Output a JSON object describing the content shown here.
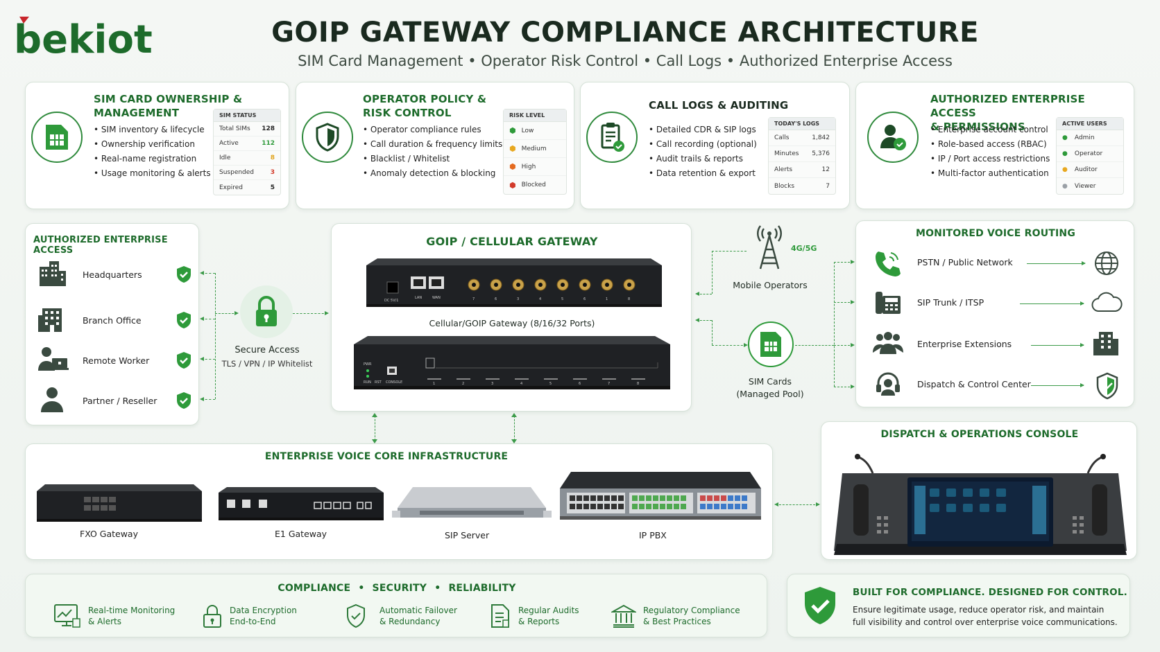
{
  "header": {
    "logo": "bekiot",
    "title": "GOIP GATEWAY COMPLIANCE ARCHITECTURE",
    "subtitle": "SIM Card Management • Operator Risk Control • Call Logs • Authorized Enterprise Access"
  },
  "sim_card": {
    "title_line1": "SIM CARD OWNERSHIP &",
    "title_line2": "MANAGEMENT",
    "bullets": [
      "SIM inventory & lifecycle",
      "Ownership verification",
      "Real-name registration",
      "Usage monitoring & alerts"
    ],
    "table_header": "SIM STATUS",
    "rows": [
      {
        "label": "Total SIMs",
        "value": "128",
        "color": "#222222"
      },
      {
        "label": "Active",
        "value": "112",
        "color": "#2e9a3a"
      },
      {
        "label": "Idle",
        "value": "8",
        "color": "#e0a21a"
      },
      {
        "label": "Suspended",
        "value": "3",
        "color": "#d23a2a"
      },
      {
        "label": "Expired",
        "value": "5",
        "color": "#222222"
      }
    ]
  },
  "operator_policy": {
    "title_line1": "OPERATOR POLICY &",
    "title_line2": "RISK CONTROL",
    "bullets": [
      "Operator compliance rules",
      "Call duration & frequency limits",
      "Blacklist / Whitelist",
      "Anomaly detection & blocking"
    ],
    "table_header": "RISK LEVEL",
    "rows": [
      {
        "label": "Low",
        "color": "#2e9a3a"
      },
      {
        "label": "Medium",
        "color": "#e8a820"
      },
      {
        "label": "High",
        "color": "#e46a1e"
      },
      {
        "label": "Blocked",
        "color": "#d23a2a"
      }
    ]
  },
  "call_logs": {
    "title": "CALL LOGS & AUDITING",
    "bullets": [
      "Detailed CDR & SIP logs",
      "Call recording (optional)",
      "Audit trails & reports",
      "Data retention & export"
    ],
    "table_header": "TODAY'S LOGS",
    "rows": [
      {
        "label": "Calls",
        "value": "1,842"
      },
      {
        "label": "Minutes",
        "value": "5,376"
      },
      {
        "label": "Alerts",
        "value": "12"
      },
      {
        "label": "Blocks",
        "value": "7"
      }
    ]
  },
  "auth_access_top": {
    "title_line1": "AUTHORIZED ENTERPRISE ACCESS",
    "title_line2": "& PERMISSIONS",
    "bullets": [
      "Enterprise account control",
      "Role-based access (RBAC)",
      "IP / Port access restrictions",
      "Multi-factor authentication"
    ],
    "table_header": "ACTIVE USERS",
    "rows": [
      {
        "label": "Admin",
        "color": "#2e9a3a"
      },
      {
        "label": "Operator",
        "color": "#2e9a3a"
      },
      {
        "label": "Auditor",
        "color": "#e8a820"
      },
      {
        "label": "Viewer",
        "color": "#9aa0a6"
      }
    ]
  },
  "auth_access_left": {
    "title": "AUTHORIZED ENTERPRISE ACCESS",
    "items": [
      "Headquarters",
      "Branch Office",
      "Remote Worker",
      "Partner / Reseller"
    ]
  },
  "secure_access": {
    "label": "Secure Access",
    "sub": "TLS / VPN / IP Whitelist"
  },
  "gateway": {
    "title": "GOIP / CELLULAR GATEWAY",
    "caption": "Cellular/GOIP Gateway (8/16/32 Ports)",
    "port_labels": [
      "DC 5V/1",
      "LAN",
      "WAN"
    ],
    "antenna_numbers": [
      "7",
      "6",
      "3",
      "4",
      "5",
      "6",
      "1",
      "8"
    ],
    "front_labels": [
      "PWR",
      "RUN",
      "RST",
      "CONSOLE"
    ],
    "slot_numbers": [
      "1",
      "2",
      "3",
      "4",
      "5",
      "6",
      "7",
      "8"
    ]
  },
  "mobile": {
    "band": "4G/5G",
    "label": "Mobile Operators"
  },
  "sim_pool": {
    "line1": "SIM Cards",
    "line2": "(Managed Pool)"
  },
  "voice_routing": {
    "title": "MONITORED VOICE ROUTING",
    "items": [
      "PSTN / Public Network",
      "SIP Trunk / ITSP",
      "Enterprise Extensions",
      "Dispatch & Control Center"
    ]
  },
  "voice_core": {
    "title": "ENTERPRISE VOICE CORE INFRASTRUCTURE",
    "devices": [
      "FXO Gateway",
      "E1 Gateway",
      "SIP Server",
      "IP PBX"
    ]
  },
  "console": {
    "title": "DISPATCH & OPERATIONS CONSOLE"
  },
  "compliance": {
    "title_parts": [
      "COMPLIANCE",
      "SECURITY",
      "RELIABILITY"
    ],
    "items": [
      {
        "line1": "Real-time Monitoring",
        "line2": "& Alerts"
      },
      {
        "line1": "Data Encryption",
        "line2": "End-to-End"
      },
      {
        "line1": "Automatic Failover",
        "line2": "& Redundancy"
      },
      {
        "line1": "Regular Audits",
        "line2": "& Reports"
      },
      {
        "line1": "Regulatory Compliance",
        "line2": "& Best Practices"
      }
    ]
  },
  "built": {
    "title": "BUILT FOR COMPLIANCE. DESIGNED FOR CONTROL.",
    "line1": "Ensure legitimate usage, reduce operator risk, and maintain",
    "line2": "full visibility and control over enterprise voice communications."
  },
  "colors": {
    "brand_green": "#1d6b2b",
    "accent_green": "#2e9a3a",
    "logo_red": "#c8252b"
  }
}
